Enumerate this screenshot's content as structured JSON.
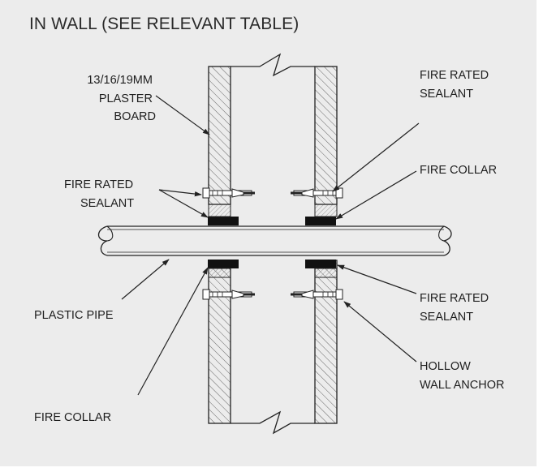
{
  "title": "IN WALL (SEE RELEVANT TABLE)",
  "labels": {
    "plasterboard": [
      "13/16/19MM",
      "PLASTER",
      "BOARD"
    ],
    "sealant_top_right": [
      "FIRE RATED",
      "SEALANT"
    ],
    "collar_top_right": "FIRE COLLAR",
    "sealant_top_left": [
      "FIRE RATED",
      "SEALANT"
    ],
    "plastic_pipe": "PLASTIC PIPE",
    "sealant_bottom_right": [
      "FIRE RATED",
      "SEALANT"
    ],
    "anchor": [
      "HOLLOW",
      "WALL ANCHOR"
    ],
    "collar_bottom_left": "FIRE COLLAR"
  },
  "colors": {
    "background": "#ececec",
    "line": "#222222",
    "collar": "#111111"
  }
}
